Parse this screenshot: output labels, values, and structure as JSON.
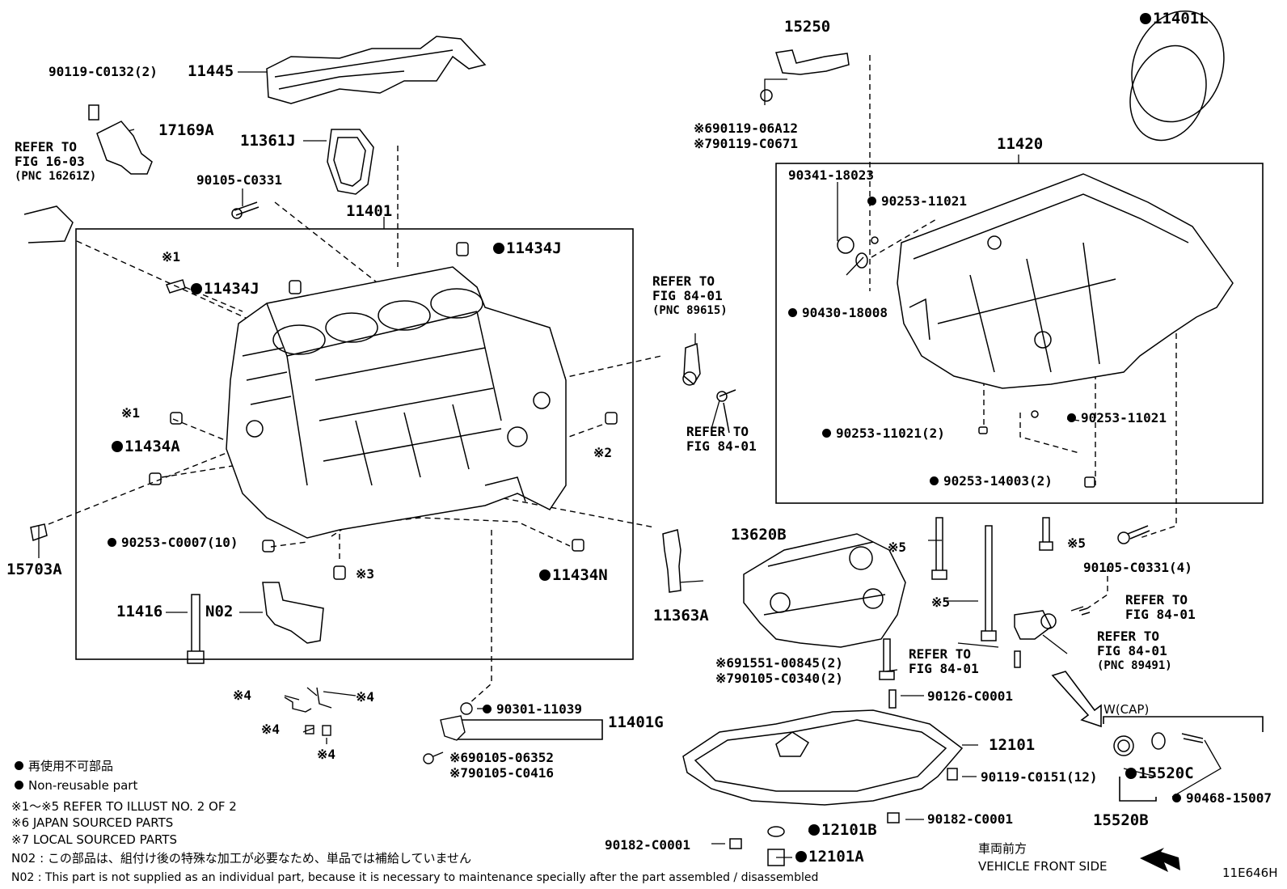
{
  "part_labels": {
    "p90119_c0132": "90119-C0132(2)",
    "p11445": "11445",
    "p17169a": "17169A",
    "p11361j": "11361J",
    "p90105_c0331": "90105-C0331",
    "p11401": "11401",
    "p11434j_top": "11434J",
    "p11434j_left": "11434J",
    "p11434a": "11434A",
    "p15703a": "15703A",
    "p90253_c0007": "90253-C0007(10)",
    "p11434n": "11434N",
    "p11416": "11416",
    "n02": "N02",
    "p11363a": "11363A",
    "p15250": "15250",
    "p11401l": "11401L",
    "p90119_06a12": "90119-06A12",
    "p90119_c0671": "90119-C0671",
    "p11420": "11420",
    "p90341_18023": "90341-18023",
    "p90253_11021_a": "90253-11021",
    "p90430_18008": "90430-18008",
    "p90253_11021_b": "90253-11021",
    "p90253_11021_2": "90253-11021(2)",
    "p90253_14003_2": "90253-14003(2)",
    "p90105_c0331_4": "90105-C0331(4)",
    "p13620b": "13620B",
    "p91551_00845": "91551-00845(2)",
    "p90105_c0340": "90105-C0340(2)",
    "p90126_c0001": "90126-C0001",
    "p12101": "12101",
    "p90119_c0151": "90119-C0151(12)",
    "p90182_c0001_a": "90182-C0001",
    "p90182_c0001_b": "90182-C0001",
    "p12101b": "12101B",
    "p12101a": "12101A",
    "p90301_11039": "90301-11039",
    "p11401g": "11401G",
    "p90105_06352": "90105-06352",
    "p90105_c0416": "90105-C0416",
    "wcap": "W(CAP)",
    "p15520c": "15520C",
    "p90468_15007": "90468-15007",
    "p15520b": "15520B"
  },
  "marks": {
    "m1_top": "※1",
    "m1_mid": "※1",
    "m2": "※2",
    "m3": "※3",
    "m4_a": "※4",
    "m4_b": "※4",
    "m4_c": "※4",
    "m4_d": "※4",
    "m5_a": "※5",
    "m5_b": "※5",
    "m5_c": "※5",
    "m6_a": "※6",
    "m7_a": "※7",
    "m6_b": "※6",
    "m7_b": "※7",
    "m6_c": "※6",
    "m7_c": "※7"
  },
  "refer_notes": {
    "fig_16_03_l1": "REFER TO",
    "fig_16_03_l2": "FIG 16-03",
    "fig_16_03_l3": "(PNC 16261Z)",
    "fig_84_01_a_l1": "REFER TO",
    "fig_84_01_a_l2": "FIG 84-01",
    "fig_84_01_a_l3": "(PNC 89615)",
    "fig_84_01_b_l1": "REFER TO",
    "fig_84_01_b_l2": "FIG 84-01",
    "fig_84_01_c_l1": "REFER TO",
    "fig_84_01_c_l2": "FIG 84-01",
    "fig_84_01_d_l1": "REFER TO",
    "fig_84_01_d_l2": "FIG 84-01",
    "fig_84_01_e_l1": "REFER TO",
    "fig_84_01_e_l2": "FIG 84-01",
    "fig_84_01_e_l3": "(PNC 89491)"
  },
  "legend": {
    "jp_nonreusable": "再使用不可部品",
    "en_nonreusable": "Non-reusable part",
    "refer_illust": "※1～※5  REFER TO ILLUST NO. 2 OF 2",
    "japan_sourced": "※6 JAPAN SOURCED PARTS",
    "local_sourced": "※7 LOCAL SOURCED PARTS",
    "n02_jp": "N02 : この部品は、組付け後の特殊な加工が必要なため、単品では補給していません",
    "n02_en": "N02 : This part is not supplied as an individual part, because it is necessary to maintenance specially after the part assembled / disassembled"
  },
  "vehicle_front": {
    "jp": "車両前方",
    "en": "VEHICLE FRONT SIDE"
  },
  "illustration_id": "11E646H",
  "colors": {
    "ink": "#000000",
    "paper": "#ffffff"
  }
}
